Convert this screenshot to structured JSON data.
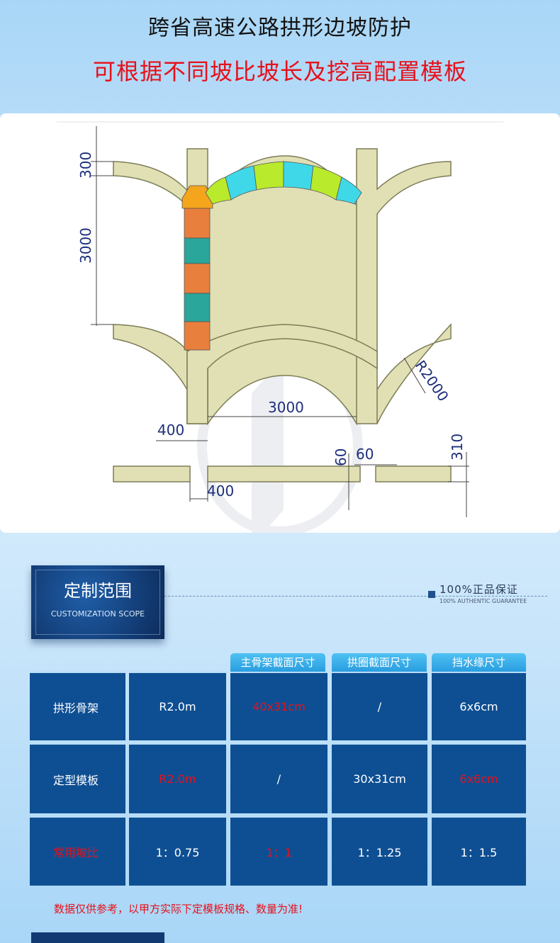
{
  "header": {
    "title": "跨省高速公路拱形边坡防护",
    "subtitle": "可根据不同坡比坡长及挖高配置模板"
  },
  "diagram": {
    "dim_labels": {
      "d_300": "300",
      "d_3000_v": "3000",
      "d_r2000": "R2000",
      "d_3000_h": "3000",
      "d_400_top": "400",
      "d_60_a": "60",
      "d_60_b": "60",
      "d_310": "310",
      "d_400_bottom": "400"
    }
  },
  "section": {
    "title_cn": "定制范围",
    "title_en": "CUSTOMIZATION SCOPE",
    "guarantee_cn": "100%正品保证",
    "guarantee_en": "100% AUTHENTIC GUARANTEE"
  },
  "table": {
    "column_headers": [
      "主骨架截面尺寸",
      "拱圈截面尺寸",
      "挡水缘尺寸"
    ],
    "rows": [
      {
        "cells": [
          "拱形骨架",
          "R2.0m",
          "40x31cm",
          "/",
          "6x6cm"
        ],
        "red": [
          false,
          false,
          true,
          false,
          false
        ]
      },
      {
        "cells": [
          "定型模板",
          "R2.0m",
          "/",
          "30x31cm",
          "6x6cm"
        ],
        "red": [
          false,
          true,
          false,
          false,
          true
        ]
      },
      {
        "cells": [
          "常用坡比",
          "1：0.75",
          "1：1",
          "1：1.25",
          "1：1.5"
        ],
        "red": [
          true,
          false,
          true,
          false,
          false
        ]
      }
    ]
  },
  "note": "数据仅供参考，以甲方实际下定模板规格、数量为准!",
  "colors": {
    "accent_red": "#e8101a",
    "table_blue": "#0e4f93",
    "header_cyan": "#2a9ee0",
    "frame_beige": "#e1e0b4",
    "block_orange": "#e87f3c",
    "block_teal": "#2aa69a",
    "block_lime": "#b9ea2c",
    "block_cyan": "#3fd8e8"
  }
}
